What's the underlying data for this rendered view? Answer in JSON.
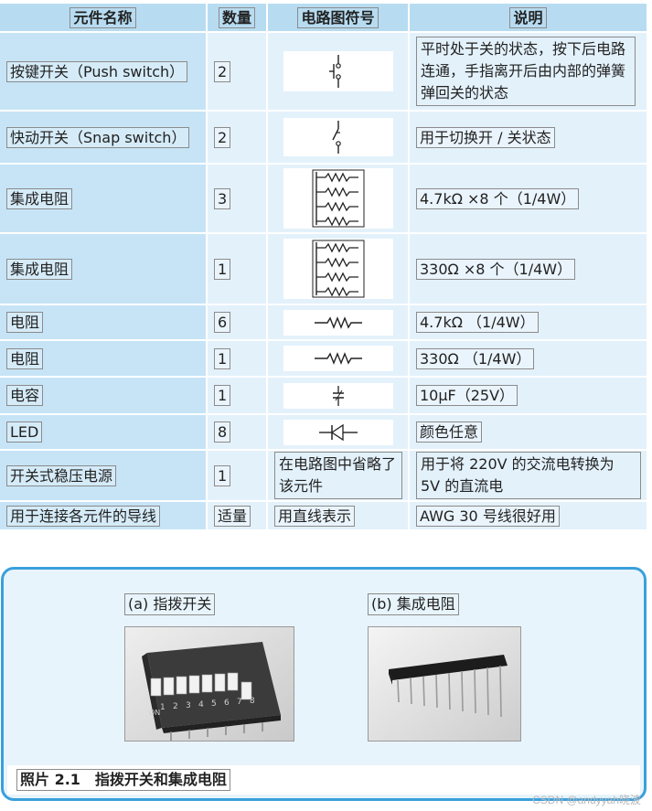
{
  "table": {
    "headers": [
      "元件名称",
      "数量",
      "电路图符号",
      "说明"
    ],
    "rows": [
      {
        "name": "按键开关（Push switch）",
        "qty": "2",
        "symbol": "push-switch-icon",
        "desc": "平时处于关的状态，按下后电路连通，手指离开后由内部的弹簧弹回关的状态"
      },
      {
        "name": "快动开关（Snap switch）",
        "qty": "2",
        "symbol": "snap-switch-icon",
        "desc": "用于切换开 / 关状态"
      },
      {
        "name": "集成电阻",
        "qty": "3",
        "symbol": "resistor-network-icon",
        "desc": "4.7kΩ ×8 个（1/4W）"
      },
      {
        "name": "集成电阻",
        "qty": "1",
        "symbol": "resistor-network-icon",
        "desc": "330Ω ×8 个（1/4W）"
      },
      {
        "name": "电阻",
        "qty": "6",
        "symbol": "resistor-icon",
        "desc": "4.7kΩ （1/4W）"
      },
      {
        "name": "电阻",
        "qty": "1",
        "symbol": "resistor-icon",
        "desc": "330Ω （1/4W）"
      },
      {
        "name": "电容",
        "qty": "1",
        "symbol": "capacitor-icon",
        "desc": "10μF（25V）"
      },
      {
        "name": "LED",
        "qty": "8",
        "symbol": "led-icon",
        "desc": "颜色任意"
      },
      {
        "name": "开关式稳压电源",
        "qty": "1",
        "symbol_text": "在电路图中省略了该元件",
        "desc": "用于将 220V 的交流电转换为 5V 的直流电"
      },
      {
        "name": "用于连接各元件的导线",
        "qty": "适量",
        "symbol_text": "用直线表示",
        "desc": "AWG 30 号线很好用"
      }
    ]
  },
  "photos": {
    "a_label": "(a) 指拨开关",
    "b_label": "(b) 集成电阻",
    "dip_numbers": [
      "1",
      "2",
      "3",
      "4",
      "5",
      "6",
      "7",
      "8"
    ],
    "dip_on_label": "ON",
    "caption": "照片 2.1　指拨开关和集成电阻"
  },
  "watermark": "CSDN @andyyah晓波",
  "colors": {
    "header": "#b7dcf1",
    "name_col": "#c6e4f6",
    "cell": "#e3f1fb",
    "panel_border": "#3aa0dc"
  }
}
